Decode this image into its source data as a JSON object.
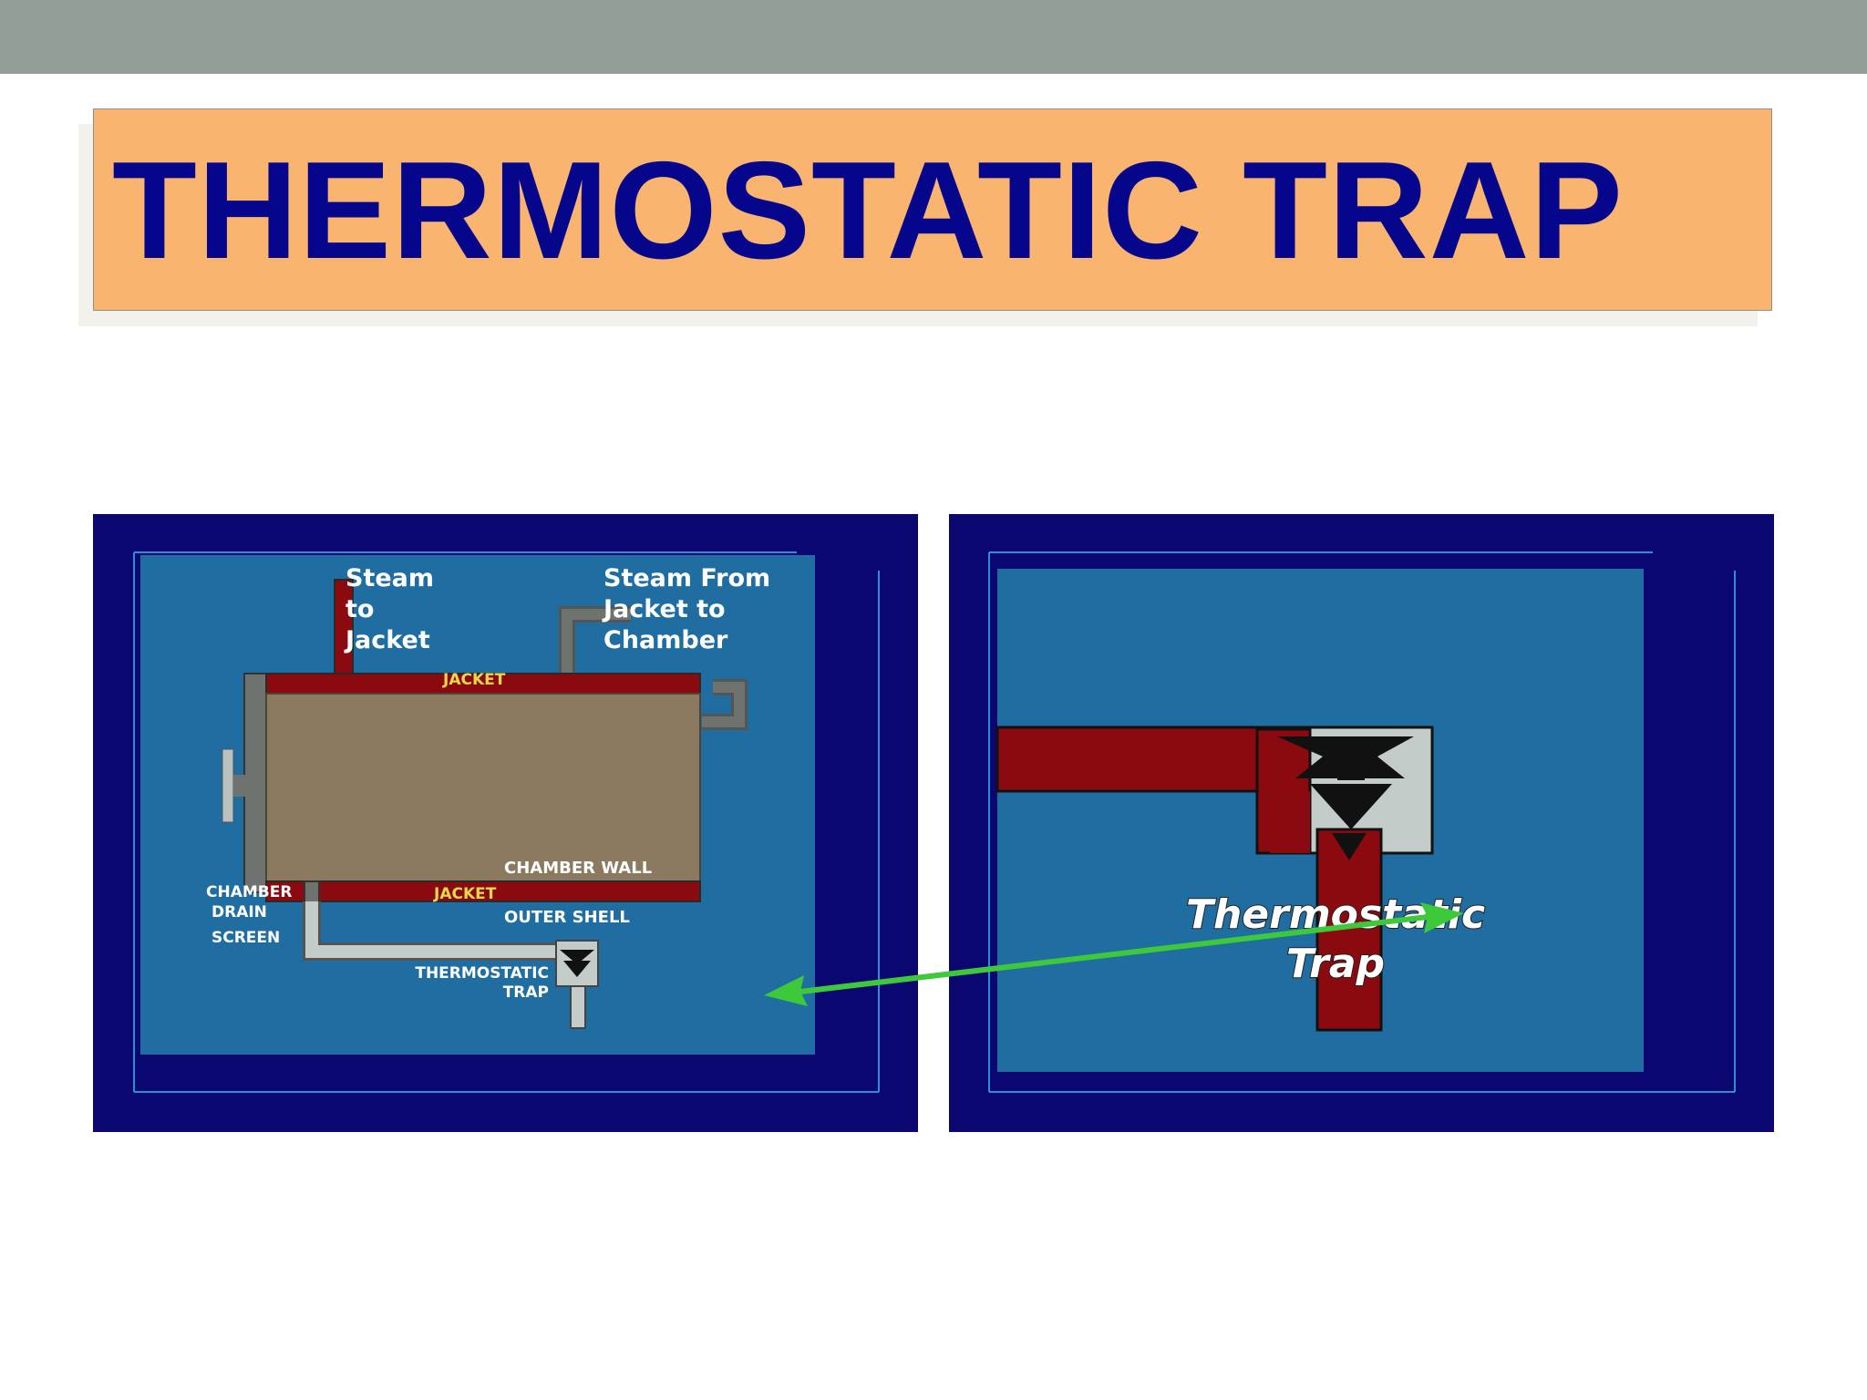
{
  "slide": {
    "title": "THERMOSTATIC TRAP"
  },
  "left_diagram": {
    "steam_to_jacket": [
      "Steam",
      "to",
      "Jacket"
    ],
    "steam_from_jacket": [
      "Steam From",
      "Jacket to",
      "Chamber"
    ],
    "jacket_top": "JACKET",
    "jacket_bottom": "JACKET",
    "chamber_wall": "CHAMBER WALL",
    "outer_shell": "OUTER SHELL",
    "chamber_drain_screen": [
      "CHAMBER",
      "DRAIN",
      "SCREEN"
    ],
    "thermostatic_trap": [
      "THERMOSTATIC",
      "TRAP"
    ]
  },
  "right_diagram": {
    "trap_label": [
      "Thermostatic",
      "Trap"
    ]
  },
  "colors": {
    "top_bar": "#939e98",
    "title_fill": "#f9b470",
    "title_text": "#06068c",
    "panel_frame": "#0a0870",
    "diagram_background": "#1f6da1",
    "steam_pipe": "#8a0a10",
    "chamber": "#8b7a60",
    "arrow": "#3ec93a"
  }
}
